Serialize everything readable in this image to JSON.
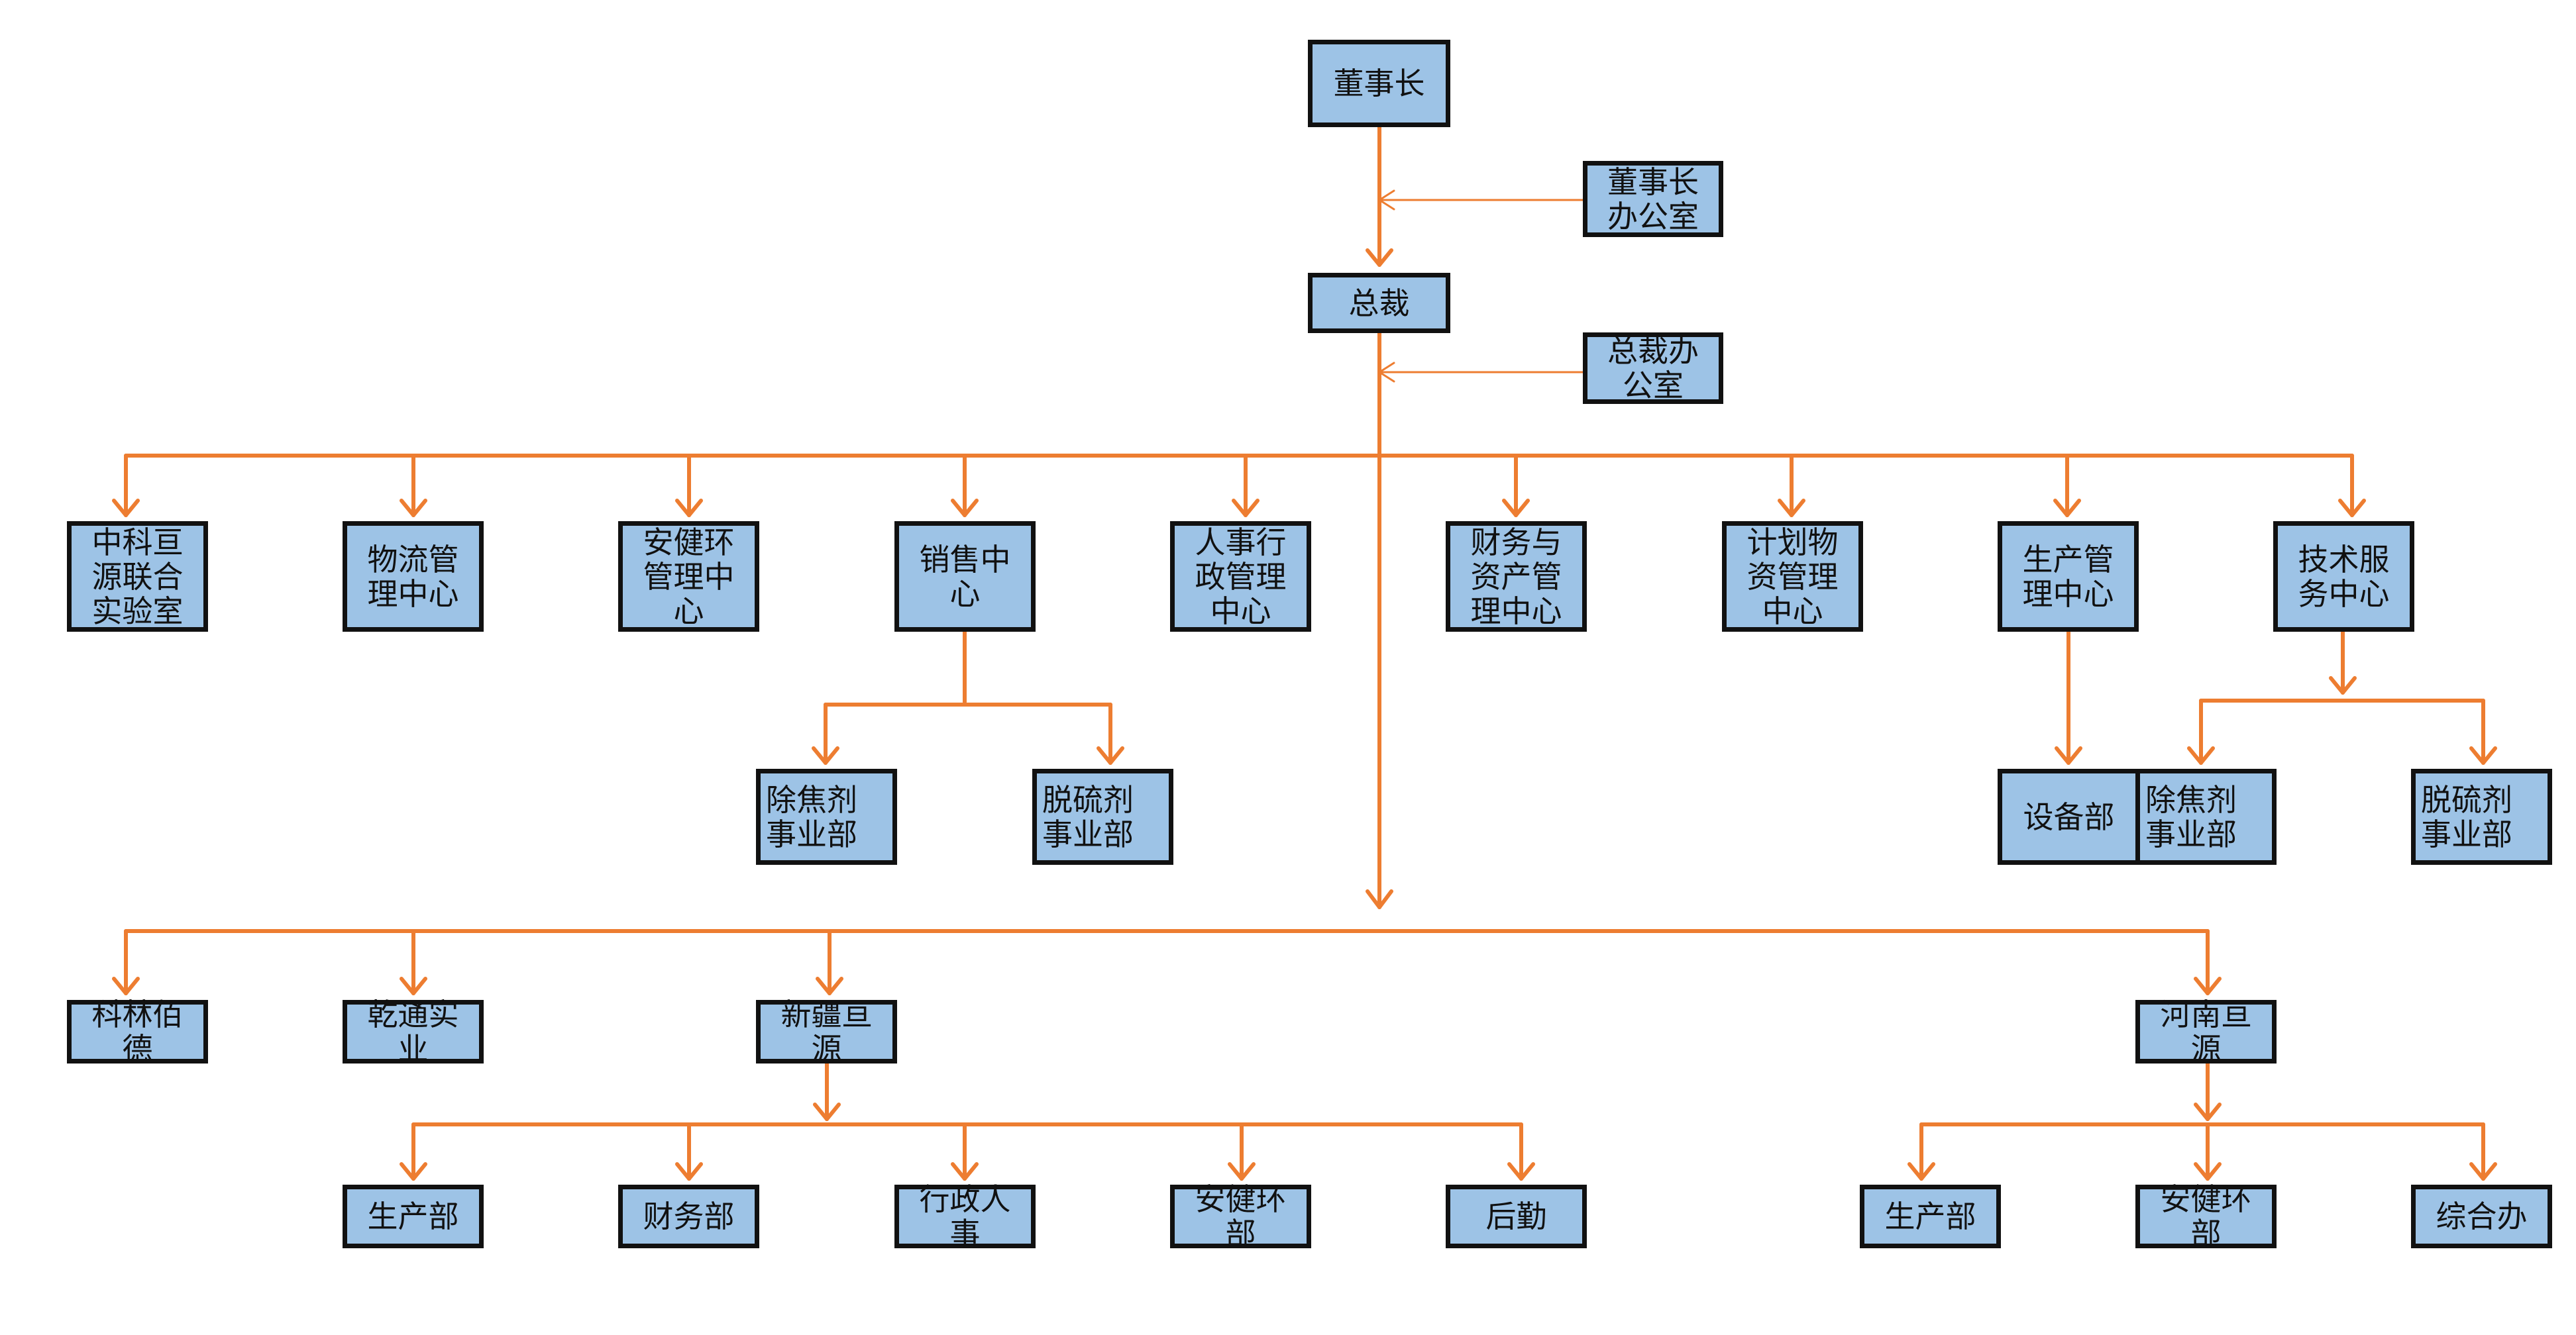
{
  "colors": {
    "box_fill": "#9dc3e6",
    "box_border": "#111111",
    "connector": "#ed7d31"
  },
  "nodes": {
    "chairman": "董事长",
    "chairman_office": "董事长办公室",
    "president": "总裁",
    "president_office": "总裁办公室",
    "lab": "中科亘源联合实验室",
    "logistics": "物流管理中心",
    "ehs_center": "安健环管理中心",
    "sales": "销售中心",
    "hr_admin": "人事行政管理中心",
    "finance_assets": "财务与资产管理中心",
    "planning_materials": "计划物资管理中心",
    "production_mgmt": "生产管理中心",
    "tech_service": "技术服务中心",
    "sales_decoking": "除焦剂事业部",
    "sales_desulfur": "脱硫剂事业部",
    "equipment_dept": "设备部",
    "tech_decoking": "除焦剂事业部",
    "tech_desulfur": "脱硫剂事业部",
    "kelin_baide": "科林佰德",
    "qiantong": "乾通实业",
    "xinjiang": "新疆亘源",
    "henan": "河南亘源",
    "xj_production": "生产部",
    "xj_finance": "财务部",
    "xj_admin_hr": "行政人事",
    "xj_ehs": "安健环部",
    "xj_logistics": "后勤",
    "hn_production": "生产部",
    "hn_ehs": "安健环部",
    "hn_general_office": "综合办"
  }
}
